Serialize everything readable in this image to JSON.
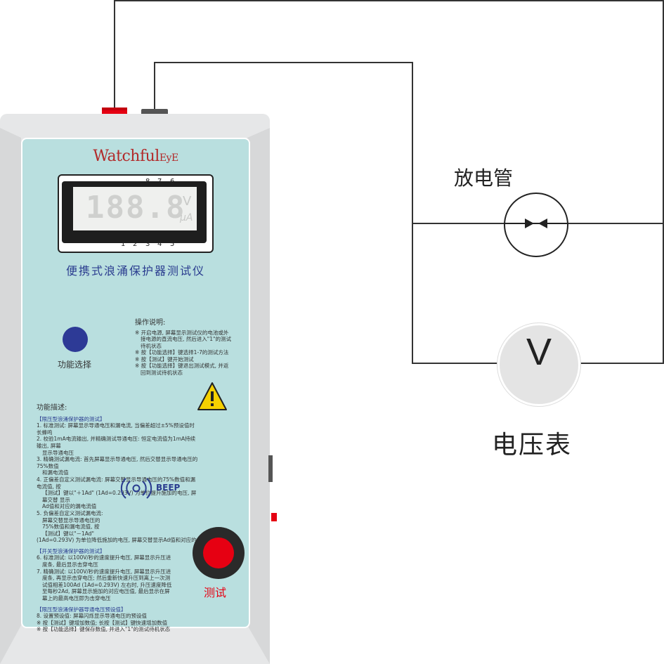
{
  "device": {
    "brand_main": "Watchful",
    "brand_eye": "EyE",
    "lcd": {
      "digits": "188.8",
      "unit_v": "V",
      "unit_ua": "μA",
      "pins_top": [
        "8",
        "7",
        "6"
      ],
      "pins_bottom": [
        "1",
        "2",
        "3",
        "4",
        "5"
      ]
    },
    "title": "便携式浪涌保护器测试仪",
    "function_button_label": "功能选择",
    "test_button_label": "测试",
    "beep_label": "BEEP",
    "operation": {
      "heading": "操作说明:",
      "lines": [
        "※ 开启电源, 屏幕显示测试仪的电池或外",
        "接电源的直流电压, 然后进入\"1\"的测试",
        "待机状态",
        "※ 按【功能选择】键选择1-7的测试方法",
        "※ 按【测试】键开始测试",
        "※ 按【功能选择】键退出测试模式, 并返",
        "回到测试待机状态"
      ]
    },
    "functions": {
      "heading": "功能描述:",
      "sec1": "【限压型浪涌保护器的测试】",
      "sec1_lines": [
        "1. 标准测试: 屏幕显示导通电压和漏电流, 当偏差超过±5%预设值时长蜂鸣",
        "2. 校验1mA电流输出, 并精确测试导通电压: 恒定电流值为1mA持续输出, 屏幕",
        "显示导通电压",
        "3. 精确测试漏电流: 首先屏幕显示导通电压, 然后交替显示导通电压的75%数值",
        "和漏电流值",
        "4. 正偏差自定义测试漏电流: 屏幕交替显示导通电压的75%数值和漏电流值, 按",
        "【测试】键以\"＋1Ad\" (1Ad=0.293V) 为单位提升施加的电压, 屏幕交替 显示",
        "Ad值和对应的漏电流值",
        "5. 负偏差自定义测试漏电流:",
        "屏幕交替显示导通电压的",
        "75%数值和漏电流值, 按",
        "【测试】键以\"－1Ad\"",
        "(1Ad=0.293V) 为单位降低施加的电压, 屏幕交替显示Ad值和对应的 漏电流值"
      ],
      "sec2": "【开关型浪涌保护器的测试】",
      "sec2_lines": [
        "6. 标准测试: 以100V/秒的速度提升电压, 屏幕显示升压进",
        "度条, 最后显示击穿电压",
        "7. 精确测试: 以100V/秒的速度提升电压, 屏幕显示升压进",
        "度条, 再显示击穿电压; 然后重新快速升压到离上一次测",
        "试值相差100Ad (1Ad=0.293V) 左右时, 升压速度降低",
        "至每秒2Ad, 屏幕显示施加的对应电压值, 最后显示在屏",
        "幕上的最高电压即为击穿电压"
      ],
      "sec3": "【限压型浪涌保护器导通电压预设值】",
      "sec3_lines": [
        "8. 设置预设值: 屏幕闪烁显示导通电压的预设值",
        "※ 按【测试】键增加数值; 长按【测试】键快速增加数值",
        "※ 按【功能选择】键保存数值, 并进入\"1\"的测试待机状态"
      ]
    }
  },
  "discharge_tube_label": "放电管",
  "voltmeter": {
    "symbol": "V",
    "label": "电压表"
  },
  "colors": {
    "panel": "#b9dfdf",
    "casing": "#e6e7e8",
    "brand_red": "#b22a2a",
    "accent_blue": "#2a3c8f",
    "test_red": "#e60012"
  }
}
